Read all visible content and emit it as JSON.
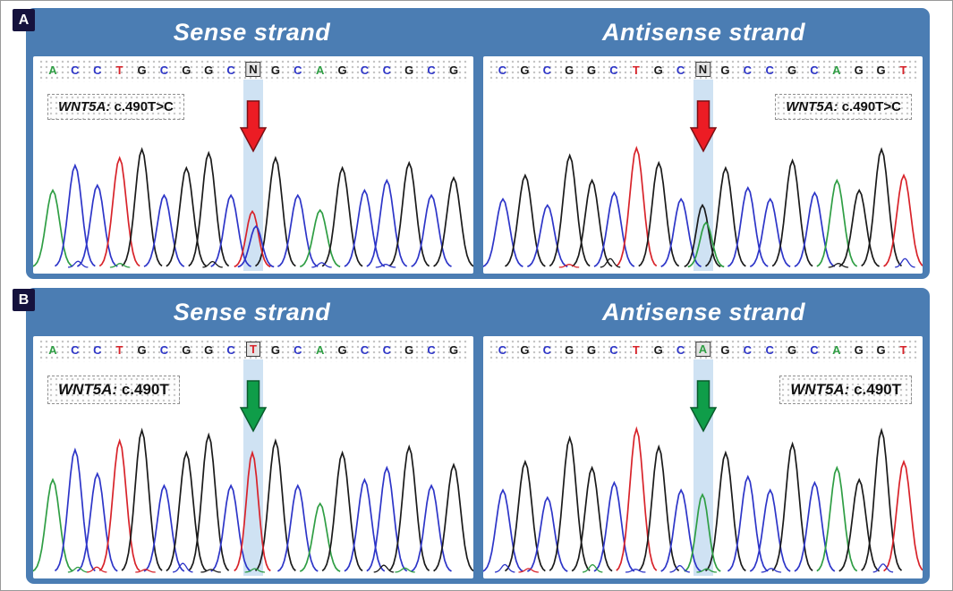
{
  "figure": {
    "panel_background": "#4b7db3",
    "highlight_band_color": "#cfe2f3",
    "base_colors": {
      "A": "#2f9e44",
      "C": "#2d35c8",
      "G": "#1a1a1a",
      "T": "#d8232a",
      "N": "#1a1a1a"
    },
    "panels": [
      {
        "label": "A",
        "arrow_color": "#ec1c24",
        "arrow_stroke": "#7c1015",
        "variant_label": {
          "gene": "WNT5A:",
          "change": " c.490T>C"
        },
        "charts": [
          {
            "title": "Sense strand",
            "sequence": "ACCTGCGGCNGCAGCCGCG",
            "highlight_index": 9,
            "highlight_peaks": [
              {
                "base": "T",
                "h": 0.45
              },
              {
                "base": "C",
                "h": 0.33
              }
            ],
            "peaks": [
              0.62,
              0.82,
              0.66,
              0.88,
              0.95,
              0.58,
              0.8,
              0.92,
              0.58,
              0,
              0.88,
              0.58,
              0.46,
              0.8,
              0.62,
              0.7,
              0.84,
              0.58,
              0.72
            ],
            "label_side": "left"
          },
          {
            "title": "Antisense strand",
            "sequence": "CGCGGCTGCNGCCGCAGGT",
            "highlight_index": 9,
            "highlight_peaks": [
              {
                "base": "G",
                "h": 0.5
              },
              {
                "base": "A",
                "h": 0.36
              }
            ],
            "peaks": [
              0.55,
              0.74,
              0.5,
              0.9,
              0.7,
              0.6,
              0.96,
              0.84,
              0.55,
              0,
              0.8,
              0.64,
              0.55,
              0.86,
              0.6,
              0.7,
              0.62,
              0.95,
              0.74
            ],
            "label_side": "right"
          }
        ]
      },
      {
        "label": "B",
        "arrow_color": "#0f9d49",
        "arrow_stroke": "#0a5c2d",
        "variant_label": {
          "gene": "WNT5A:",
          "change": " c.490T"
        },
        "charts": [
          {
            "title": "Sense strand",
            "sequence": "ACCTGCGGCTGCAGCCGCG",
            "highlight_index": 9,
            "highlight_peaks": [
              {
                "base": "T",
                "h": 0.8
              }
            ],
            "peaks": [
              0.62,
              0.82,
              0.66,
              0.88,
              0.95,
              0.58,
              0.8,
              0.92,
              0.58,
              0,
              0.88,
              0.58,
              0.46,
              0.8,
              0.62,
              0.7,
              0.84,
              0.58,
              0.72
            ],
            "label_side": "left"
          },
          {
            "title": "Antisense strand",
            "sequence": "CGCGGCTGCAGCCGCAGGT",
            "highlight_index": 9,
            "highlight_peaks": [
              {
                "base": "A",
                "h": 0.52
              }
            ],
            "peaks": [
              0.55,
              0.74,
              0.5,
              0.9,
              0.7,
              0.6,
              0.96,
              0.84,
              0.55,
              0,
              0.8,
              0.64,
              0.55,
              0.86,
              0.6,
              0.7,
              0.62,
              0.95,
              0.74
            ],
            "label_side": "right"
          }
        ]
      }
    ]
  }
}
